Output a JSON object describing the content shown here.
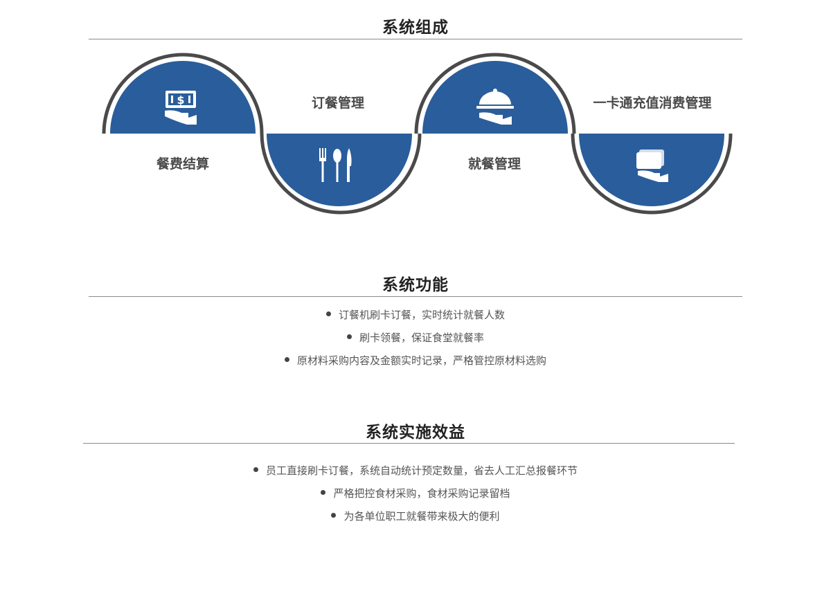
{
  "composition": {
    "title": "系统组成",
    "stages": [
      {
        "label": "餐费结算",
        "icon": "cash-hand-icon"
      },
      {
        "label": "订餐管理",
        "icon": "fork-spoon-knife-icon"
      },
      {
        "label": "就餐管理",
        "icon": "serving-cloche-icon"
      },
      {
        "label": "一卡通充值消费管理",
        "icon": "card-hand-icon"
      }
    ],
    "colors": {
      "fill": "#2a5d9b",
      "ring": "#4a4a4a"
    }
  },
  "functions": {
    "title": "系统功能",
    "items": [
      "订餐机刷卡订餐，实时统计就餐人数",
      "刷卡领餐，保证食堂就餐率",
      "原材料采购内容及金额实时记录，严格管控原材料选购"
    ]
  },
  "benefits": {
    "title": "系统实施效益",
    "items": [
      "员工直接刷卡订餐，系统自动统计预定数量，省去人工汇总报餐环节",
      "严格把控食材采购，食材采购记录留档",
      "为各单位职工就餐带来极大的便利"
    ]
  }
}
